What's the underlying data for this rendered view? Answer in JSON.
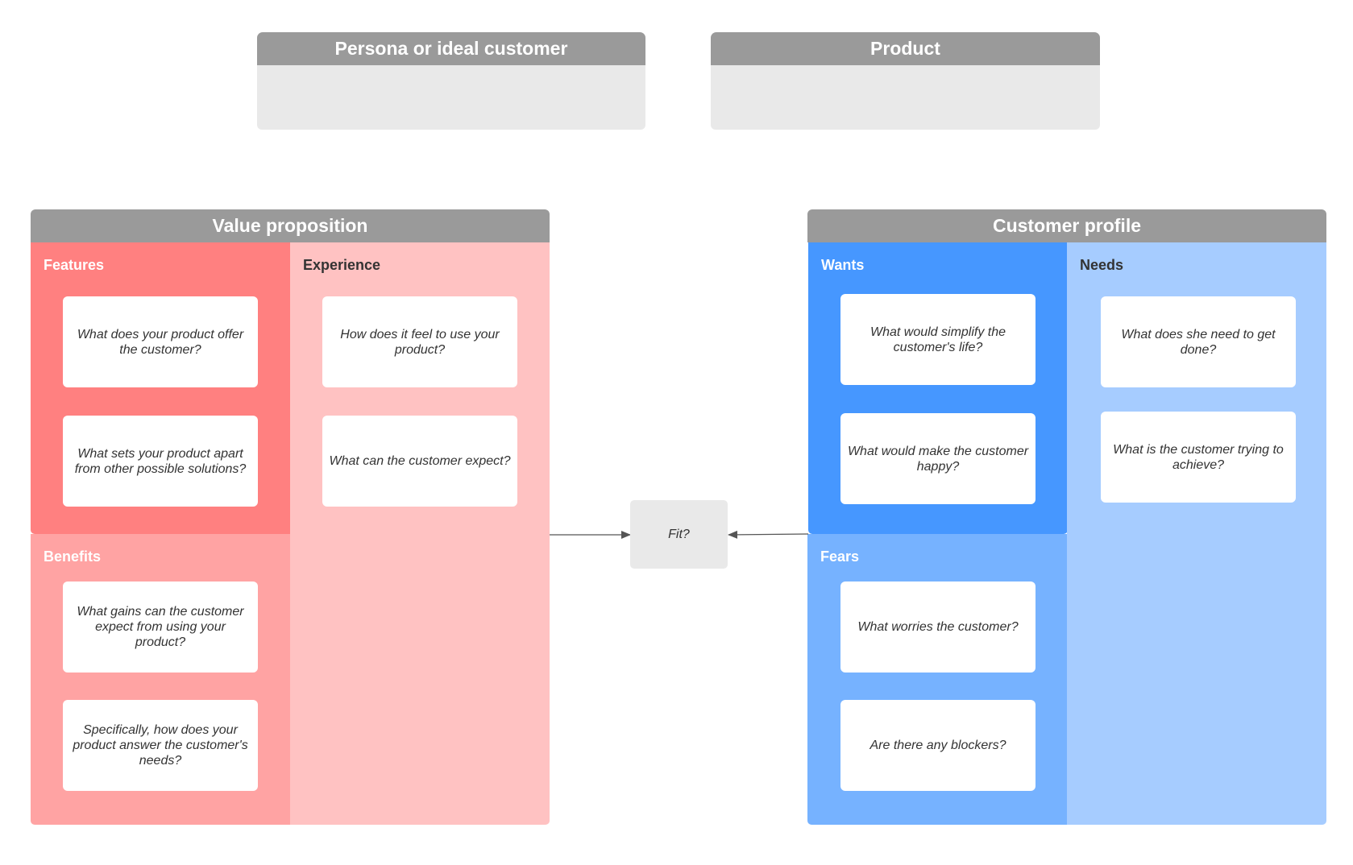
{
  "header": {
    "persona_title": "Persona or ideal customer",
    "product_title": "Product"
  },
  "value_proposition": {
    "title": "Value proposition",
    "features": {
      "title": "Features",
      "cards": [
        "What does your product offer the customer?",
        "What sets your product apart from other possible solutions?"
      ]
    },
    "benefits": {
      "title": "Benefits",
      "cards": [
        "What gains can the customer expect from using your product?",
        "Specifically, how does your product answer the customer's needs?"
      ]
    },
    "experience": {
      "title": "Experience",
      "cards": [
        "How does it feel to use your product?",
        "What can the customer expect?"
      ]
    }
  },
  "customer_profile": {
    "title": "Customer profile",
    "wants": {
      "title": "Wants",
      "cards": [
        "What would simplify the customer's life?",
        "What would make the customer happy?"
      ]
    },
    "fears": {
      "title": "Fears",
      "cards": [
        "What worries the customer?",
        "Are there any blockers?"
      ]
    },
    "needs": {
      "title": "Needs",
      "cards": [
        "What does she need to get done?",
        "What is the customer trying to achieve?"
      ]
    }
  },
  "fit": {
    "label": "Fit?"
  },
  "colors": {
    "header_gray": "#9a9a9a",
    "box_gray": "#e9e9e9",
    "features": "#ff8080",
    "benefits": "#ffa3a3",
    "experience": "#ffc2c2",
    "wants": "#4697ff",
    "fears": "#76b2ff",
    "needs": "#a6ccff"
  }
}
